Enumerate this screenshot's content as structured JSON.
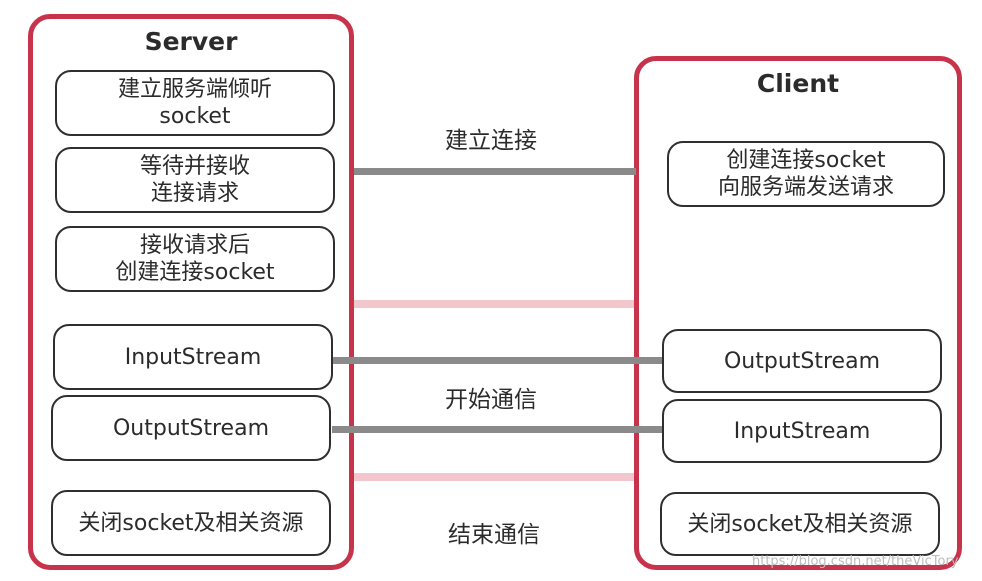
{
  "server": {
    "title": "Server",
    "steps": [
      {
        "line1": "建立服务端倾听",
        "line2": "socket"
      },
      {
        "line1": "等待并接收",
        "line2": "连接请求"
      },
      {
        "line1": "接收请求后",
        "line2": "创建连接socket"
      }
    ],
    "streams": [
      "InputStream",
      "OutputStream"
    ],
    "close": "关闭socket及相关资源"
  },
  "client": {
    "title": "Client",
    "step": {
      "line1": "创建连接socket",
      "line2": "向服务端发送请求"
    },
    "streams": [
      "OutputStream",
      "InputStream"
    ],
    "close": "关闭socket及相关资源"
  },
  "phases": {
    "connect": "建立连接",
    "communicate": "开始通信",
    "end": "结束通信"
  },
  "watermark": "https://blog.csdn.net/theVicTory",
  "colors": {
    "panel_border": "#c8334c",
    "band": "#f2c6cc",
    "connector": "#8a8a8a",
    "box_border": "#2f2f2f"
  }
}
